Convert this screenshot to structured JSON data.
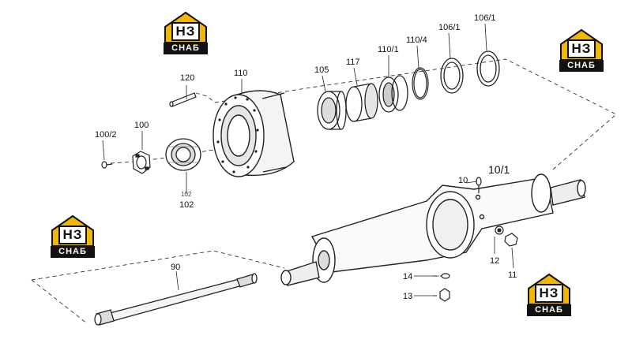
{
  "diagram": {
    "labels": {
      "p100_2": "100/2",
      "p100": "100",
      "p120": "120",
      "p110": "110",
      "p105": "105",
      "p117": "117",
      "p110_1": "110/1",
      "p110_4": "110/4",
      "p106_1a": "106/1",
      "p106_1b": "106/1",
      "p102": "102",
      "p102_small": "102",
      "p10": "10",
      "p10_1": "10/1",
      "p90": "90",
      "p12": "12",
      "p11": "11",
      "p14": "14",
      "p13": "13"
    }
  },
  "logo": {
    "mark": "НЗ",
    "tag": "СНАБ",
    "colors": {
      "accent": "#f2b705",
      "dark": "#111111"
    }
  }
}
